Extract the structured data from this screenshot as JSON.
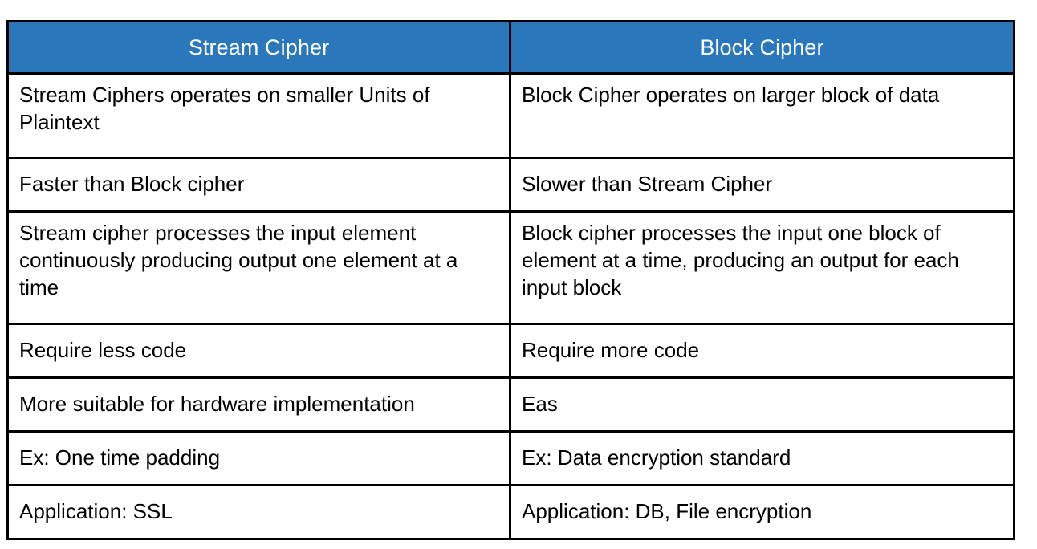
{
  "table": {
    "title_hidden": "",
    "header_bg_color": "#2a77bc",
    "header_text_color": "#ffffff",
    "border_color": "#000000",
    "columns": [
      {
        "label": "Stream Cipher"
      },
      {
        "label": "Block Cipher"
      }
    ],
    "rows": [
      {
        "left": "Stream Ciphers operates on smaller Units of Plaintext",
        "right": "Block Cipher operates on larger block of data"
      },
      {
        "left": "Faster than Block cipher",
        "right": "Slower than Stream Cipher"
      },
      {
        "left": "Stream cipher processes the input element continuously producing output one element at a time",
        "right": "Block cipher processes the input one block of element at a time, producing an output for each input block"
      },
      {
        "left": "Require less code",
        "right": "Require more code"
      },
      {
        "left": "More suitable for hardware implementation",
        "right": "Eas"
      },
      {
        "left": "Ex: One time padding",
        "right": "Ex: Data encryption standard"
      },
      {
        "left": "Application: SSL",
        "right": "Application: DB, File encryption"
      }
    ]
  }
}
